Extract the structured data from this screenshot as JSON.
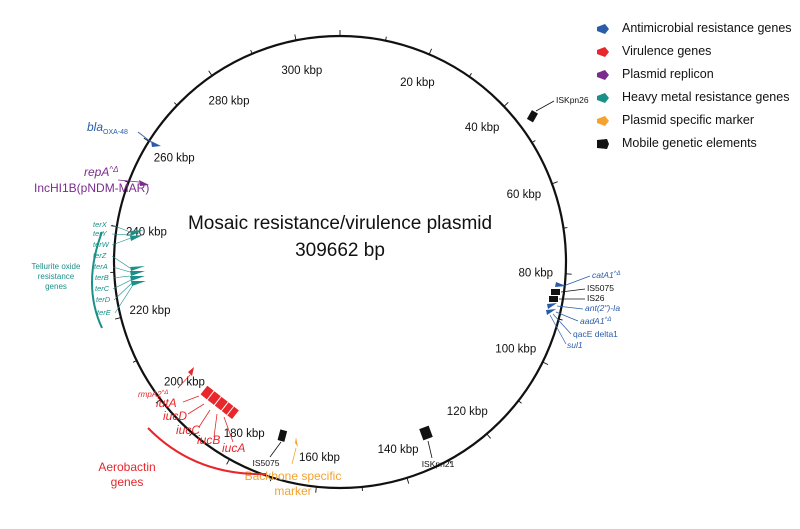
{
  "colors": {
    "antimicrobial": "#2a5caa",
    "virulence": "#e8262b",
    "replicon": "#7b2b8e",
    "heavy_metal": "#1a9089",
    "marker": "#f4a230",
    "mobile": "#111111"
  },
  "plasmid": {
    "name": "Mosaic resistance/virulence plasmid",
    "size_label": "309662 bp",
    "length_bp": 309662
  },
  "legend": [
    {
      "label": "Antimicrobial resistance genes",
      "color_key": "antimicrobial"
    },
    {
      "label": "Virulence genes",
      "color_key": "virulence"
    },
    {
      "label": "Plasmid replicon",
      "color_key": "replicon"
    },
    {
      "label": "Heavy metal resistance genes",
      "color_key": "heavy_metal"
    },
    {
      "label": "Plasmid specific marker",
      "color_key": "marker"
    },
    {
      "label": "Mobile genetic elements",
      "color_key": "mobile"
    }
  ],
  "ticks": [
    {
      "label": "20 kbp",
      "kbp": 20
    },
    {
      "label": "40 kbp",
      "kbp": 40
    },
    {
      "label": "60 kbp",
      "kbp": 60
    },
    {
      "label": "80 kbp",
      "kbp": 80
    },
    {
      "label": "100 kbp",
      "kbp": 100
    },
    {
      "label": "120 kbp",
      "kbp": 120
    },
    {
      "label": "140 kbp",
      "kbp": 140
    },
    {
      "label": "160 kbp",
      "kbp": 160
    },
    {
      "label": "180 kbp",
      "kbp": 180
    },
    {
      "label": "200 kbp",
      "kbp": 200
    },
    {
      "label": "220 kbp",
      "kbp": 220
    },
    {
      "label": "240 kbp",
      "kbp": 240
    },
    {
      "label": "260 kbp",
      "kbp": 260
    },
    {
      "label": "280 kbp",
      "kbp": 280
    },
    {
      "label": "300 kbp",
      "kbp": 300
    }
  ],
  "features": {
    "isKpn26": {
      "main": "ISKpn26",
      "sub": ""
    },
    "catA1": {
      "main": "catA1",
      "sub": "^Δ"
    },
    "is5075_a": {
      "main": "IS5075",
      "sub": ""
    },
    "is26": {
      "main": "IS26",
      "sub": ""
    },
    "ant": {
      "main": "ant(2\")-Ia",
      "sub": ""
    },
    "aadA1": {
      "main": "aadA1",
      "sub": "^Δ"
    },
    "qacE": {
      "main": "qacE delta1",
      "sub": ""
    },
    "sul1": {
      "main": "sul1",
      "sub": ""
    },
    "iskpn21": {
      "main": "ISKpn21",
      "sub": ""
    },
    "is5075_b": {
      "main": "IS5075",
      "sub": ""
    },
    "backbone": {
      "line1": "Backbone specific",
      "line2": "marker"
    },
    "rmpA2": {
      "main": "rmpA2",
      "sub": "^Δ"
    },
    "iutA": {
      "main": "iutA"
    },
    "iucD": {
      "main": "iucD"
    },
    "iucC": {
      "main": "iucC"
    },
    "iucB": {
      "main": "iucB"
    },
    "iucA": {
      "main": "iucA"
    },
    "aerobactin": {
      "line1": "Aerobactin",
      "line2": "genes"
    },
    "tellurite": {
      "line1": "Tellurite oxide",
      "line2": "resistance",
      "line3": "genes"
    },
    "terX": {
      "main": "terX"
    },
    "terY": {
      "main": "terY"
    },
    "terW": {
      "main": "terW"
    },
    "terZ": {
      "main": "terZ"
    },
    "terA": {
      "main": "terA"
    },
    "terB": {
      "main": "terB"
    },
    "terC": {
      "main": "terC"
    },
    "terD": {
      "main": "terD"
    },
    "terE": {
      "main": "terE"
    },
    "repA": {
      "main": "repA",
      "sub": "^Δ"
    },
    "incHI1B": {
      "main": "IncHI1B(pNDM-MAR)"
    },
    "bla": {
      "main": "bla",
      "sub": "OXA-48"
    }
  }
}
